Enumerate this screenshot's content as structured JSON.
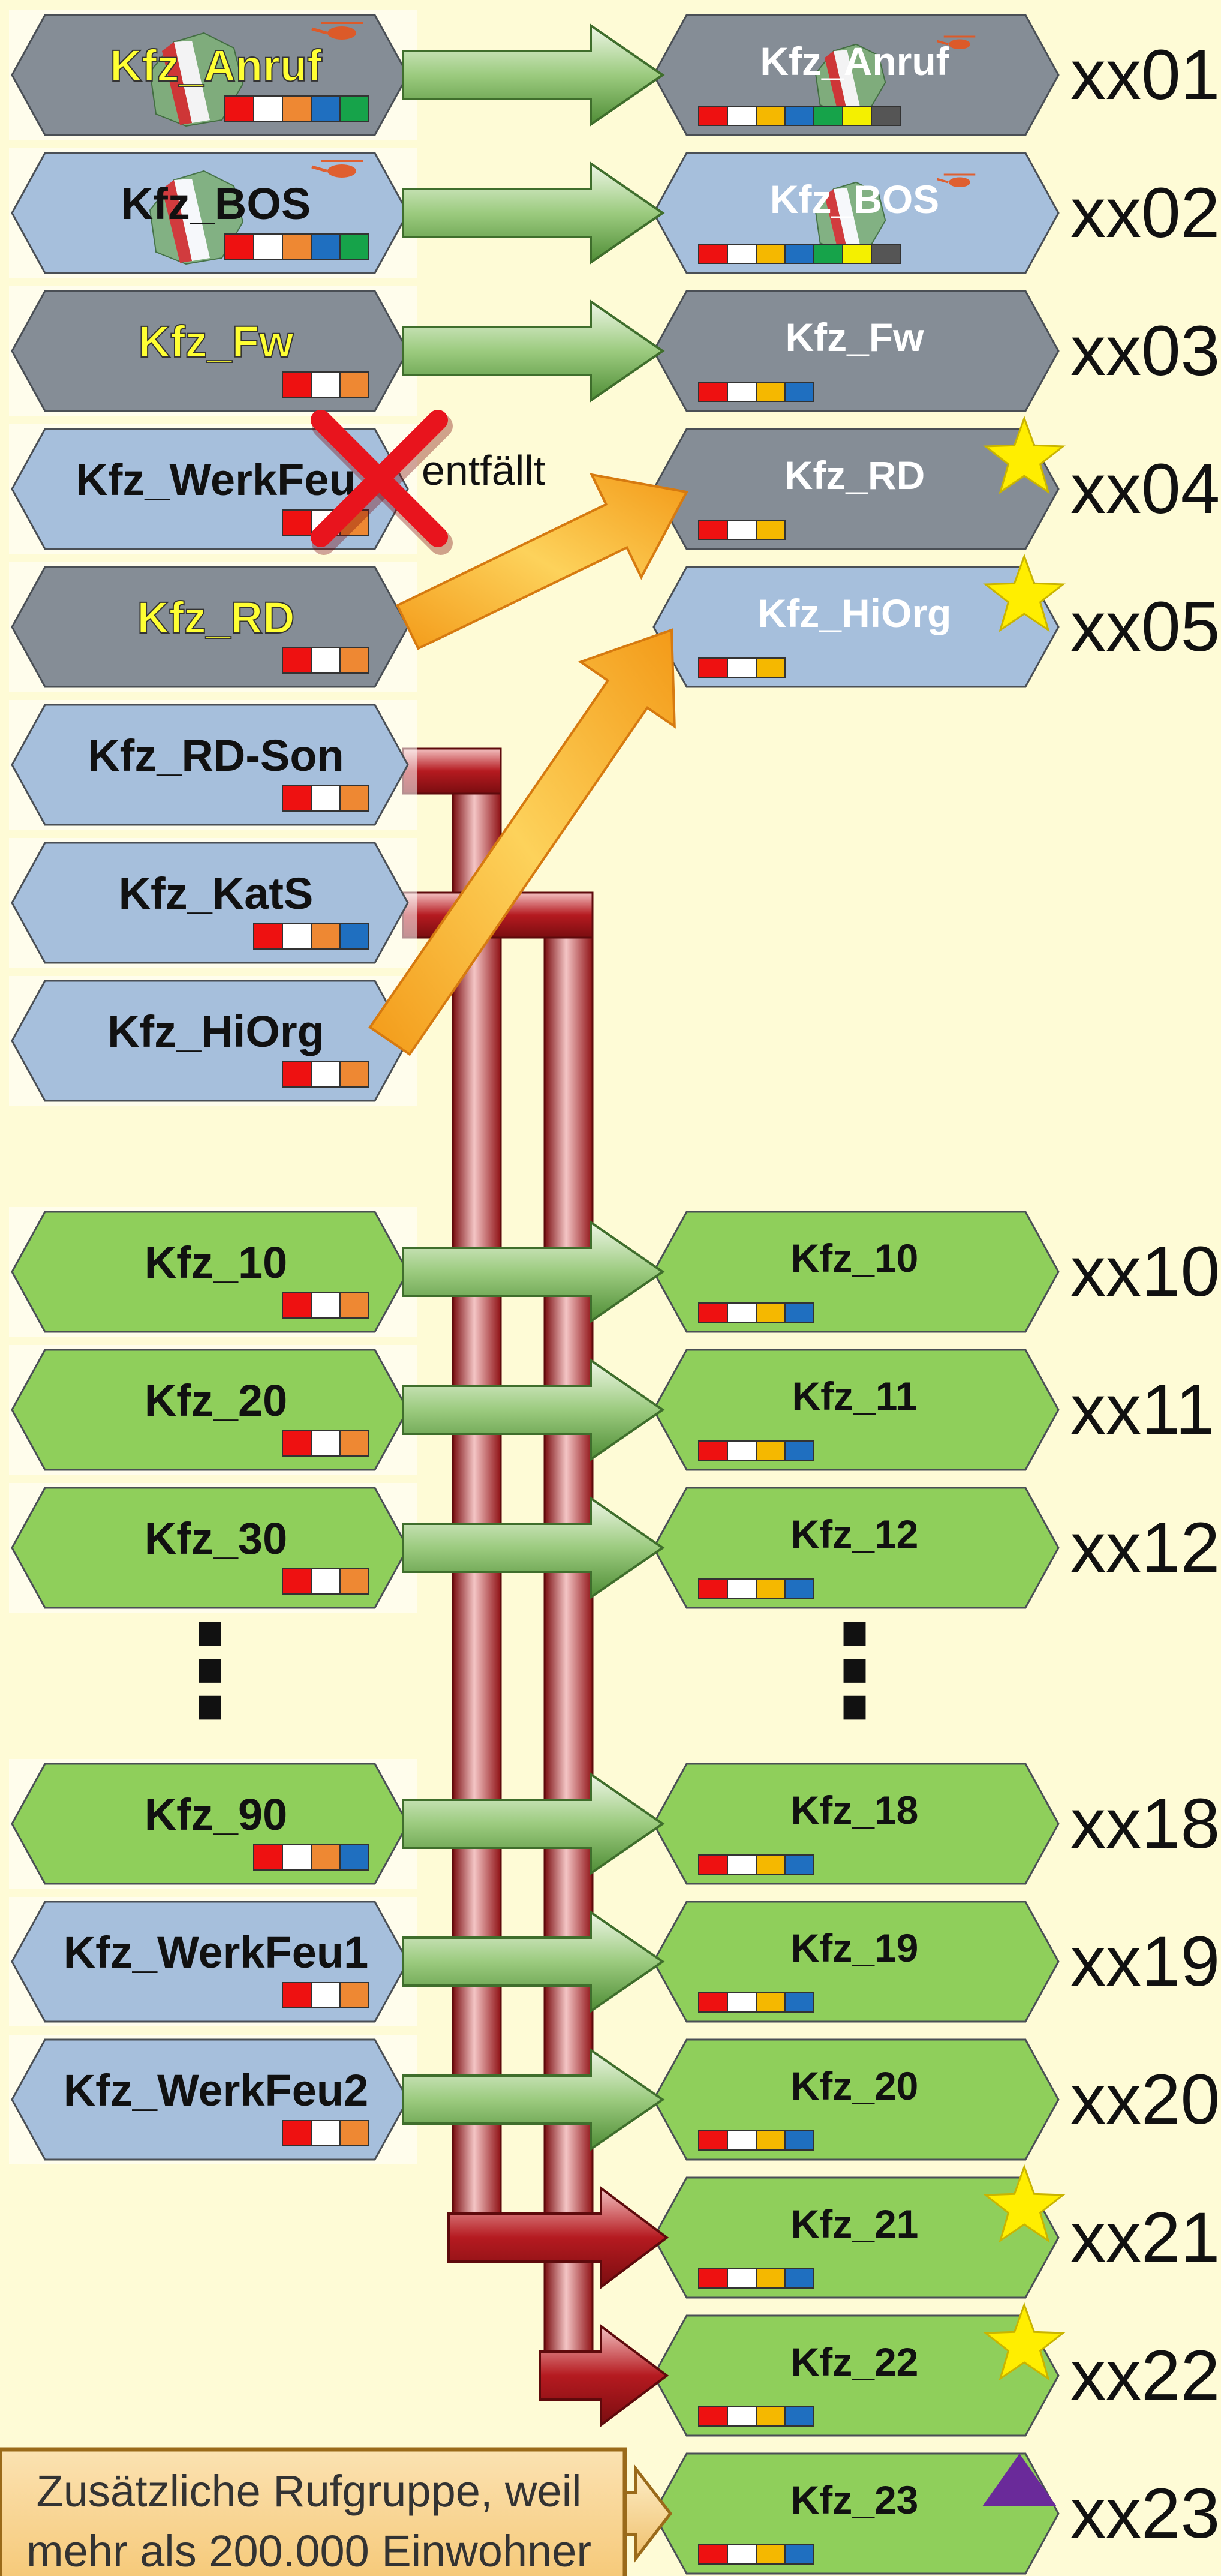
{
  "colors": {
    "background": "#fefbd6",
    "gray_node": "#858d96",
    "blue_node": "#a6bfdc",
    "green_node": "#8fcf5b",
    "yellow_text": "#ffff33",
    "green_arrow": "#5e9c47",
    "orange_arrow": "#f7a51e",
    "red_pipe": "#a31218",
    "star": "#ffee00",
    "triangle": "#6a2a9a",
    "red_cross": "#e8141d",
    "swatch_red": "#ee1111",
    "swatch_white": "#ffffff",
    "swatch_orange": "#ee8833",
    "swatch_gold": "#f5b800",
    "swatch_blue": "#1f6fc0",
    "swatch_green": "#16a34a",
    "swatch_yellow": "#f4f000",
    "swatch_gray": "#555555"
  },
  "left_nodes": [
    {
      "label": "Kfz_Anruf",
      "fill": "gray",
      "yellow_text": true,
      "swatches": [
        "red",
        "white",
        "orange",
        "blue",
        "green"
      ],
      "map_icon": true
    },
    {
      "label": "Kfz_BOS",
      "fill": "blue",
      "yellow_text": false,
      "swatches": [
        "red",
        "white",
        "orange",
        "blue",
        "green"
      ],
      "map_icon": true
    },
    {
      "label": "Kfz_Fw",
      "fill": "gray",
      "yellow_text": true,
      "swatches": [
        "red",
        "white",
        "orange"
      ]
    },
    {
      "label": "Kfz_WerkFeu",
      "fill": "blue",
      "yellow_text": false,
      "swatches": [
        "red",
        "white",
        "orange"
      ],
      "crossed_out": true
    },
    {
      "label": "Kfz_RD",
      "fill": "gray",
      "yellow_text": true,
      "swatches": [
        "red",
        "white",
        "orange"
      ]
    },
    {
      "label": "Kfz_RD-Son",
      "fill": "blue",
      "yellow_text": false,
      "swatches": [
        "red",
        "white",
        "orange"
      ]
    },
    {
      "label": "Kfz_KatS",
      "fill": "blue",
      "yellow_text": false,
      "swatches": [
        "red",
        "white",
        "orange",
        "blue"
      ]
    },
    {
      "label": "Kfz_HiOrg",
      "fill": "blue",
      "yellow_text": false,
      "swatches": [
        "red",
        "white",
        "orange"
      ]
    },
    {
      "label": "Kfz_10",
      "fill": "green",
      "yellow_text": false,
      "swatches": [
        "red",
        "white",
        "orange"
      ]
    },
    {
      "label": "Kfz_20",
      "fill": "green",
      "yellow_text": false,
      "swatches": [
        "red",
        "white",
        "orange"
      ]
    },
    {
      "label": "Kfz_30",
      "fill": "green",
      "yellow_text": false,
      "swatches": [
        "red",
        "white",
        "orange"
      ]
    },
    {
      "label": "Kfz_90",
      "fill": "green",
      "yellow_text": false,
      "swatches": [
        "red",
        "white",
        "orange",
        "blue"
      ]
    },
    {
      "label": "Kfz_WerkFeu1",
      "fill": "blue",
      "yellow_text": false,
      "swatches": [
        "red",
        "white",
        "orange"
      ]
    },
    {
      "label": "Kfz_WerkFeu2",
      "fill": "blue",
      "yellow_text": false,
      "swatches": [
        "red",
        "white",
        "orange"
      ]
    }
  ],
  "right_nodes": [
    {
      "label": "Kfz_Anruf",
      "code": "xx01",
      "fill": "gray",
      "swatches": [
        "red",
        "white",
        "gold",
        "blue",
        "green",
        "yellow",
        "gray"
      ],
      "map_icon": true
    },
    {
      "label": "Kfz_BOS",
      "code": "xx02",
      "fill": "blue",
      "swatches": [
        "red",
        "white",
        "gold",
        "blue",
        "green",
        "yellow",
        "gray"
      ],
      "map_icon": true
    },
    {
      "label": "Kfz_Fw",
      "code": "xx03",
      "fill": "gray",
      "swatches": [
        "red",
        "white",
        "gold",
        "blue"
      ]
    },
    {
      "label": "Kfz_RD",
      "code": "xx04",
      "fill": "gray",
      "swatches": [
        "red",
        "white",
        "gold"
      ],
      "marker": "star"
    },
    {
      "label": "Kfz_HiOrg",
      "code": "xx05",
      "fill": "blue",
      "swatches": [
        "red",
        "white",
        "gold"
      ],
      "marker": "star"
    },
    {
      "label": "Kfz_10",
      "code": "xx10",
      "fill": "green",
      "swatches": [
        "red",
        "white",
        "gold",
        "blue"
      ]
    },
    {
      "label": "Kfz_11",
      "code": "xx11",
      "fill": "green",
      "swatches": [
        "red",
        "white",
        "gold",
        "blue"
      ]
    },
    {
      "label": "Kfz_12",
      "code": "xx12",
      "fill": "green",
      "swatches": [
        "red",
        "white",
        "gold",
        "blue"
      ]
    },
    {
      "label": "Kfz_18",
      "code": "xx18",
      "fill": "green",
      "swatches": [
        "red",
        "white",
        "gold",
        "blue"
      ]
    },
    {
      "label": "Kfz_19",
      "code": "xx19",
      "fill": "green",
      "swatches": [
        "red",
        "white",
        "gold",
        "blue"
      ]
    },
    {
      "label": "Kfz_20",
      "code": "xx20",
      "fill": "green",
      "swatches": [
        "red",
        "white",
        "gold",
        "blue"
      ]
    },
    {
      "label": "Kfz_21",
      "code": "xx21",
      "fill": "green",
      "swatches": [
        "red",
        "white",
        "gold",
        "blue"
      ],
      "marker": "star"
    },
    {
      "label": "Kfz_22",
      "code": "xx22",
      "fill": "green",
      "swatches": [
        "red",
        "white",
        "gold",
        "blue"
      ],
      "marker": "star"
    },
    {
      "label": "Kfz_23",
      "code": "xx23",
      "fill": "green",
      "swatches": [
        "red",
        "white",
        "gold",
        "blue"
      ],
      "marker": "triangle"
    }
  ],
  "connections": [
    {
      "from": "Kfz_Anruf",
      "to": "xx01",
      "style": "green"
    },
    {
      "from": "Kfz_BOS",
      "to": "xx02",
      "style": "green"
    },
    {
      "from": "Kfz_Fw",
      "to": "xx03",
      "style": "green"
    },
    {
      "from": "Kfz_RD",
      "to": "xx04",
      "style": "orange"
    },
    {
      "from": "Kfz_HiOrg",
      "to": "xx05",
      "style": "orange"
    },
    {
      "from": "Kfz_10",
      "to": "xx10",
      "style": "green"
    },
    {
      "from": "Kfz_20",
      "to": "xx11",
      "style": "green"
    },
    {
      "from": "Kfz_30",
      "to": "xx12",
      "style": "green"
    },
    {
      "from": "Kfz_90",
      "to": "xx18",
      "style": "green"
    },
    {
      "from": "Kfz_WerkFeu1",
      "to": "xx19",
      "style": "green"
    },
    {
      "from": "Kfz_WerkFeu2",
      "to": "xx20",
      "style": "green"
    },
    {
      "from": "Kfz_RD-Son",
      "to": "xx21",
      "style": "red"
    },
    {
      "from": "Kfz_KatS",
      "to": "xx22",
      "style": "red"
    }
  ],
  "removed_label": "entfällt",
  "ellipsis": "⋮",
  "note": {
    "line1": "Zusätzliche Rufgruppe, weil",
    "line2": "mehr als 200.000 Einwohner",
    "to": "xx23"
  }
}
